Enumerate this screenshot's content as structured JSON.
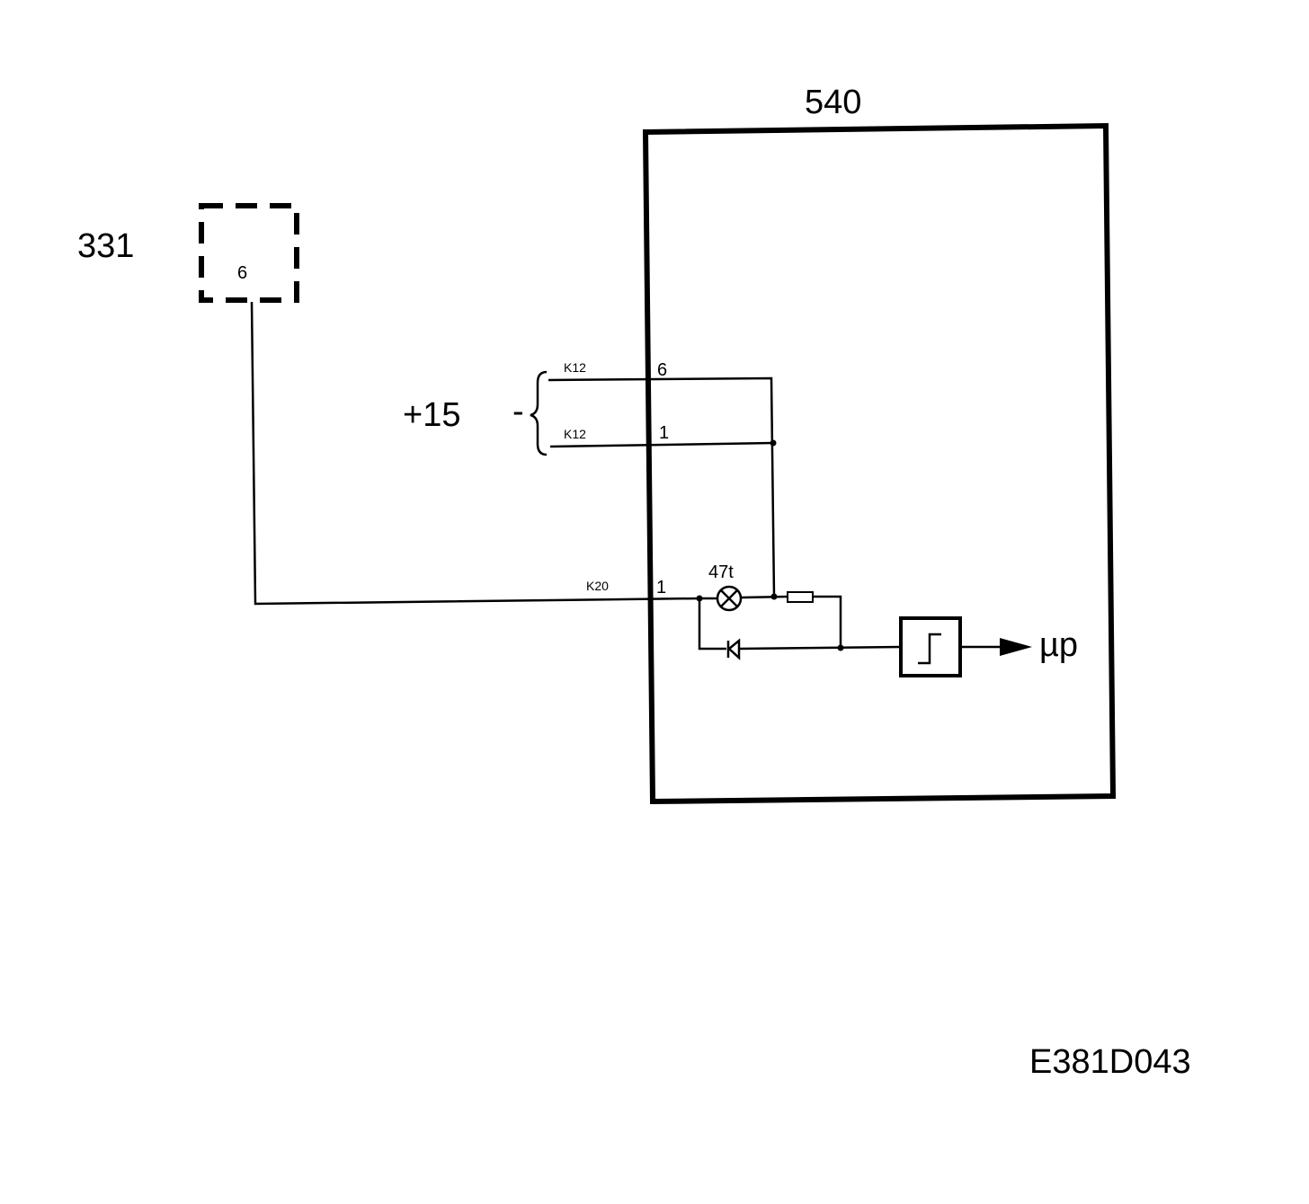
{
  "labels": {
    "module_540": "540",
    "module_331": "331",
    "pin_331": "6",
    "supply": "+15",
    "minus": "-",
    "connector_top": "K12",
    "connector_top_pin": "6",
    "connector_mid": "K12",
    "connector_mid_pin": "1",
    "connector_bottom": "K20",
    "connector_bottom_pin": "1",
    "lamp": "47t",
    "output": "µp",
    "drawing_id": "E381D043"
  },
  "colors": {
    "line": "#000000",
    "background": "#ffffff"
  },
  "icons": [
    "lamp-icon",
    "resistor-icon",
    "diode-icon",
    "schmitt-trigger-icon",
    "arrow-icon"
  ]
}
